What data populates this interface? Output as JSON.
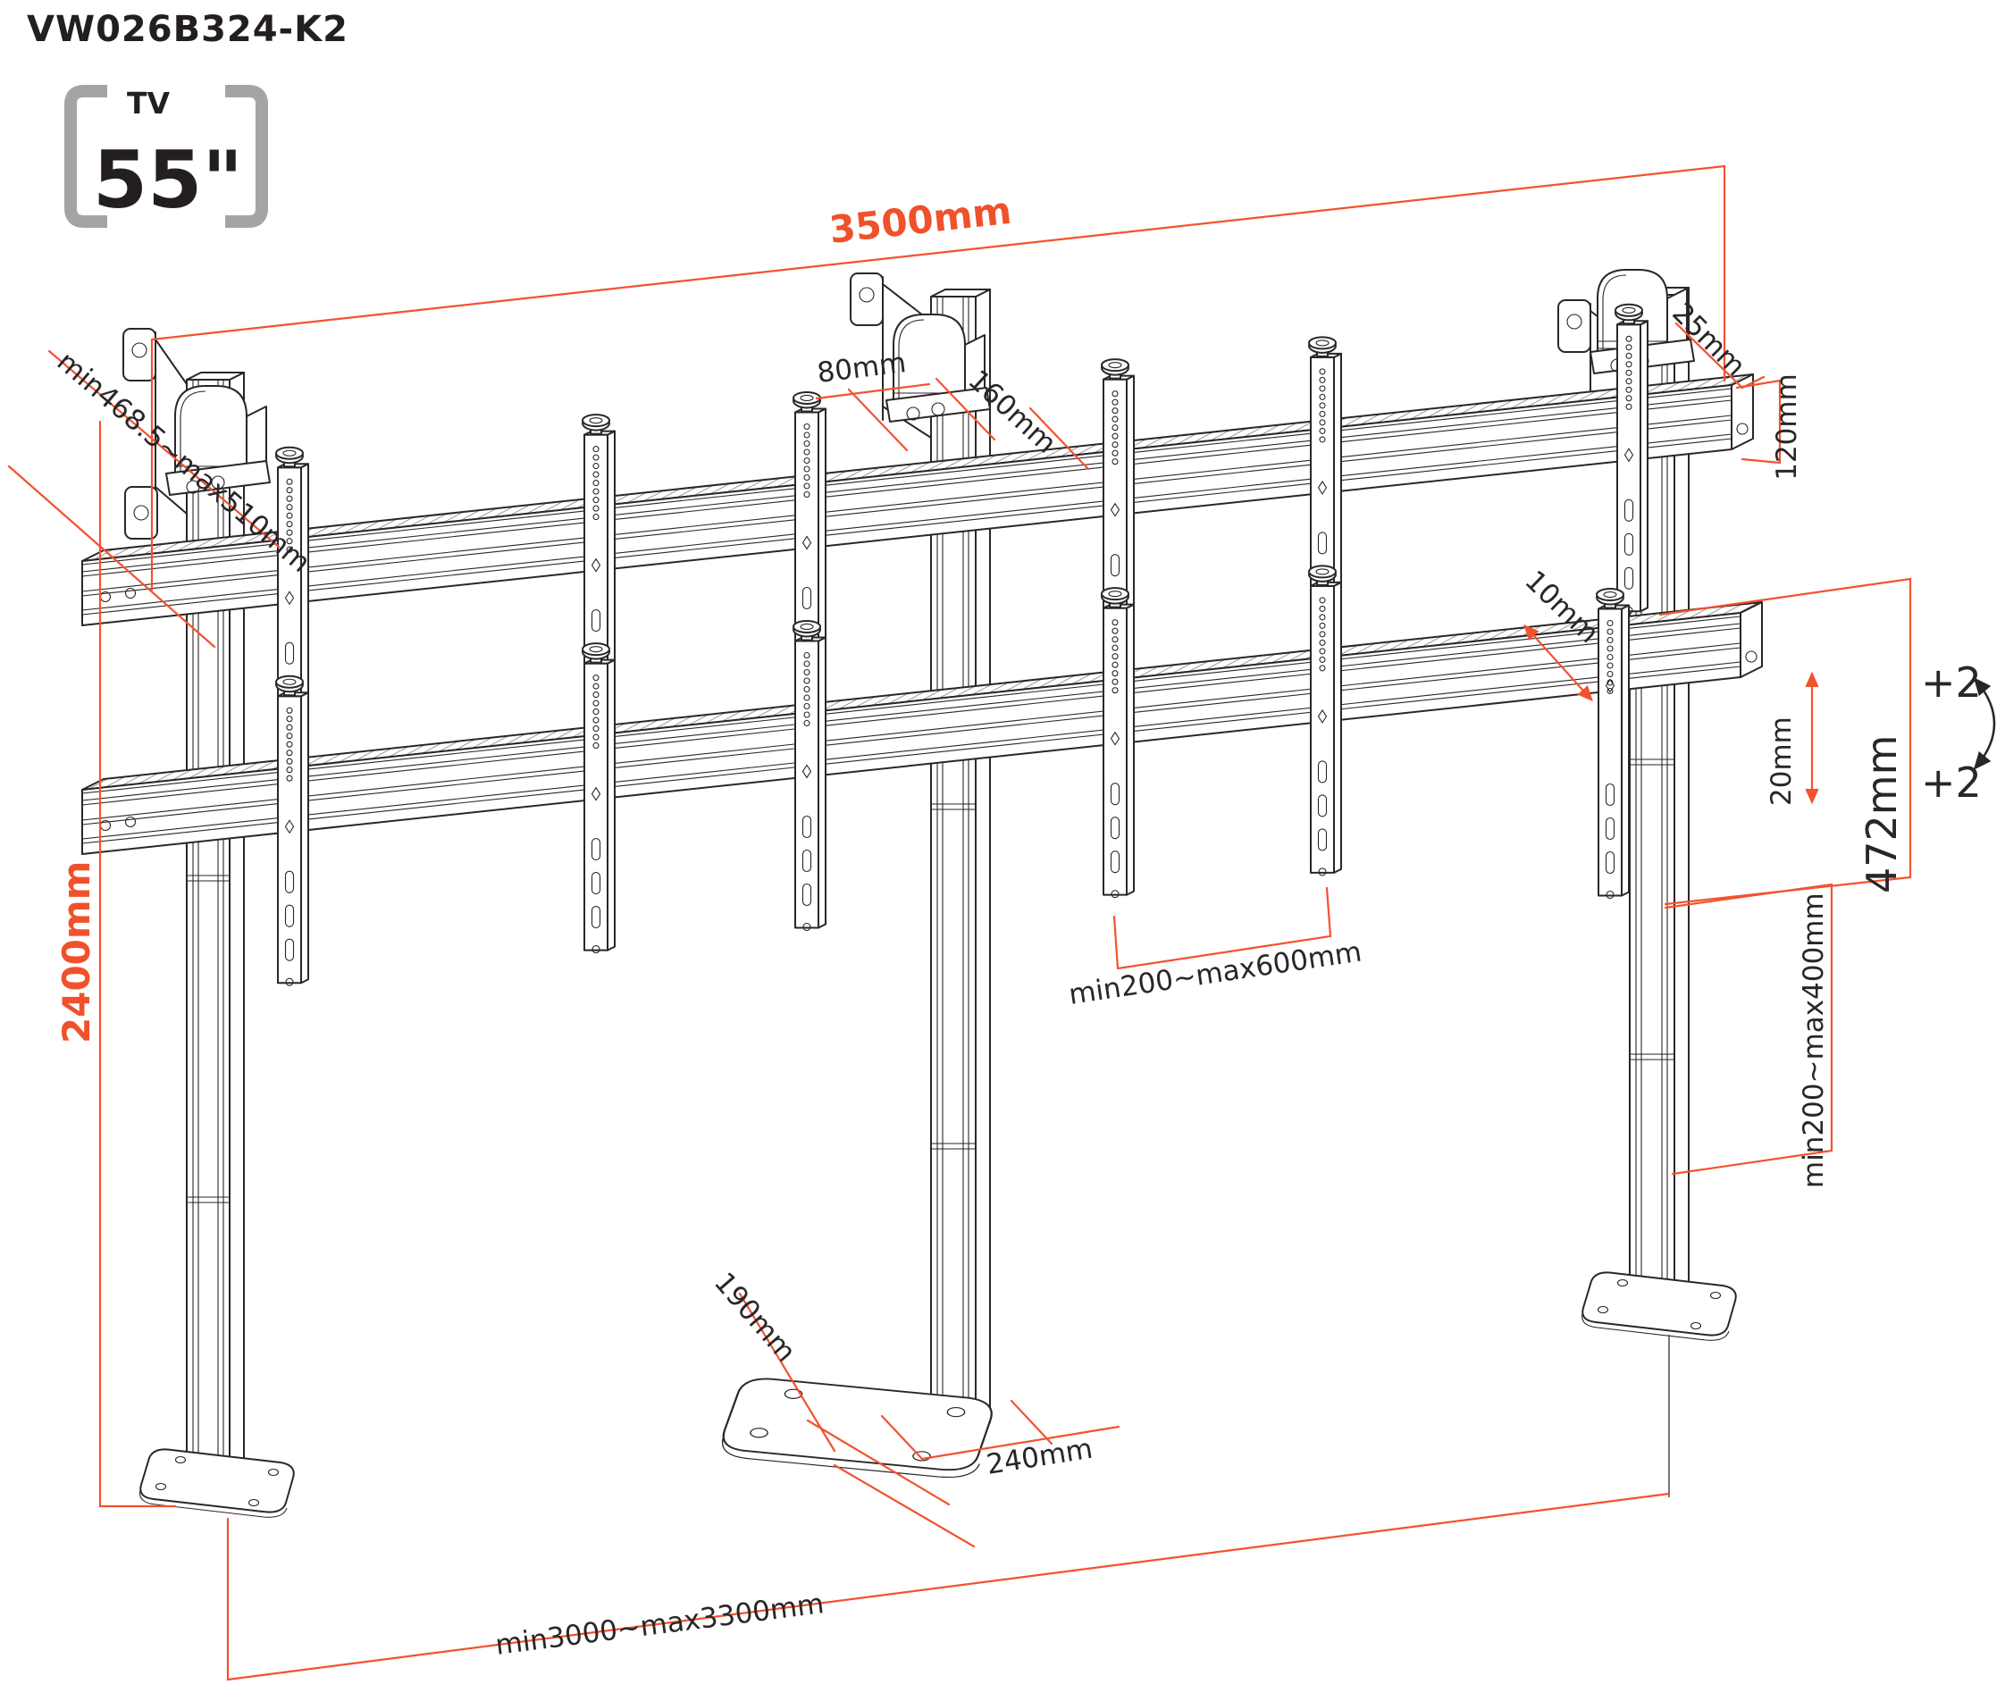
{
  "title": "VW026B324-K2",
  "badge": {
    "tv_label": "TV",
    "size_label": "55\""
  },
  "colors": {
    "accent": "#F0512B",
    "ink": "#2A2627",
    "bracket_gray": "#A5A3A4"
  },
  "dimensions": {
    "total_width": "3500mm",
    "wall_distance": "min468.5~max510mm",
    "block_width": "80mm",
    "block_depth": "160mm",
    "rail_end_offset": "25mm",
    "rail_height": "120mm",
    "depth_fine_adjust": "10mm",
    "height_fine_adjust": "20mm",
    "bracket_length": "472mm",
    "tilt_plus_top": "+2",
    "tilt_plus_bottom": "+2",
    "vesa_width_range": "min200~max600mm",
    "vesa_height_range": "min200~max400mm",
    "total_height": "2400mm",
    "base_depth": "190mm",
    "base_width": "240mm",
    "floor_span_range": "min3000~max3300mm"
  }
}
